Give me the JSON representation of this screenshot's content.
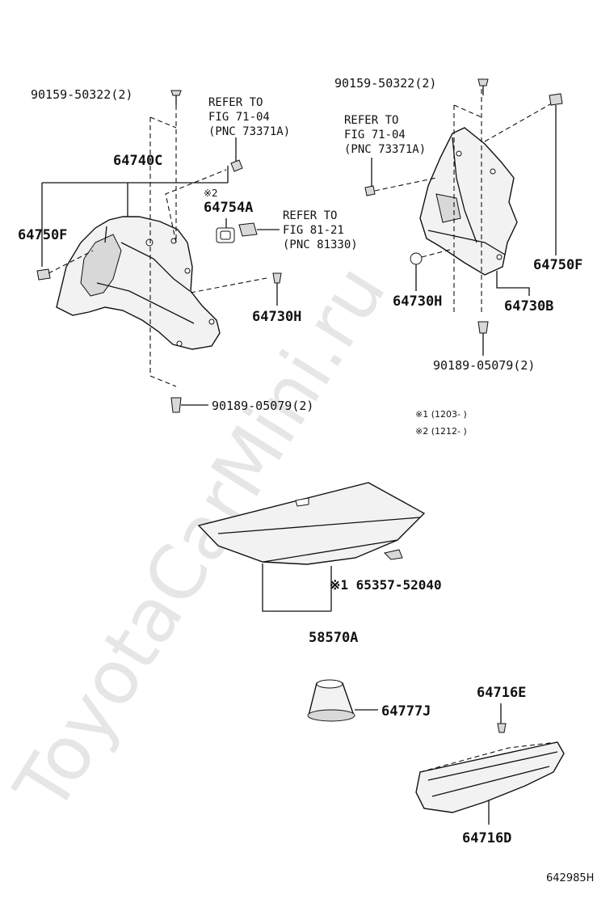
{
  "diagram_id": "642985H",
  "watermark": "ToyotaCarMini.ru",
  "labels": {
    "bolt_left_top": "90159-50322(2)",
    "refer_left_1": "REFER TO",
    "refer_left_2": "FIG 71-04",
    "refer_left_3": "(PNC 73371A)",
    "part_64740c": "64740C",
    "mark_2": "※2",
    "part_64754a": "64754A",
    "refer_mid_1": "REFER TO",
    "refer_mid_2": "FIG 81-21",
    "refer_mid_3": "(PNC 81330)",
    "part_64750f_left": "64750F",
    "part_64730h_left": "64730H",
    "clip_left_bottom": "90189-05079(2)",
    "bolt_right_top": "90159-50322(2)",
    "refer_right_1": "REFER TO",
    "refer_right_2": "FIG 71-04",
    "refer_right_3": "(PNC 73371A)",
    "part_64750f_right": "64750F",
    "part_64730h_right": "64730H",
    "part_64730b": "64730B",
    "clip_right_bottom": "90189-05079(2)",
    "note_1": "※1 (1203-      )",
    "note_2": "※2 (1212-      )",
    "part_65357": "※1 65357-52040",
    "part_58570a": "58570A",
    "part_64777j": "64777J",
    "part_64716e": "64716E",
    "part_64716d": "64716D"
  }
}
